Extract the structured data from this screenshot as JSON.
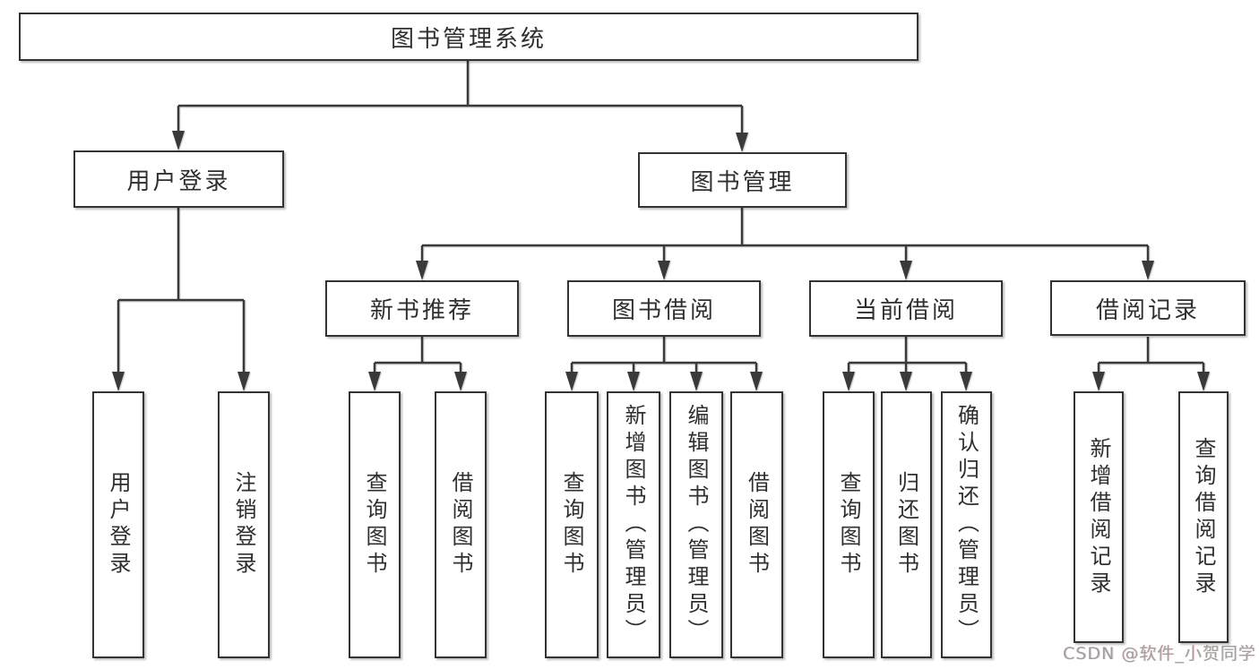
{
  "tree": {
    "label": "图书管理系统",
    "children": [
      {
        "label": "用户登录",
        "children": [
          {
            "label": "用户登录"
          },
          {
            "label": "注销登录"
          }
        ]
      },
      {
        "label": "图书管理",
        "children": [
          {
            "label": "新书推荐",
            "children": [
              {
                "label": "查询图书"
              },
              {
                "label": "借阅图书"
              }
            ]
          },
          {
            "label": "图书借阅",
            "children": [
              {
                "label": "查询图书"
              },
              {
                "label": "新增图书（管理员）"
              },
              {
                "label": "编辑图书（管理员）"
              },
              {
                "label": "借阅图书"
              }
            ]
          },
          {
            "label": "当前借阅",
            "children": [
              {
                "label": "查询图书"
              },
              {
                "label": "归还图书"
              },
              {
                "label": "确认归还（管理员）"
              }
            ]
          },
          {
            "label": "借阅记录",
            "children": [
              {
                "label": "新增借阅记录"
              },
              {
                "label": "查询借阅记录"
              }
            ]
          }
        ]
      }
    ]
  },
  "colors": {
    "line": "#3a3a3a",
    "box_border": "#333333",
    "box_fill": "#ffffff",
    "text": "#2f2f2f",
    "watermark": "#9f9f9f"
  },
  "watermark": {
    "text": "CSDN @软件_小贺同学"
  }
}
